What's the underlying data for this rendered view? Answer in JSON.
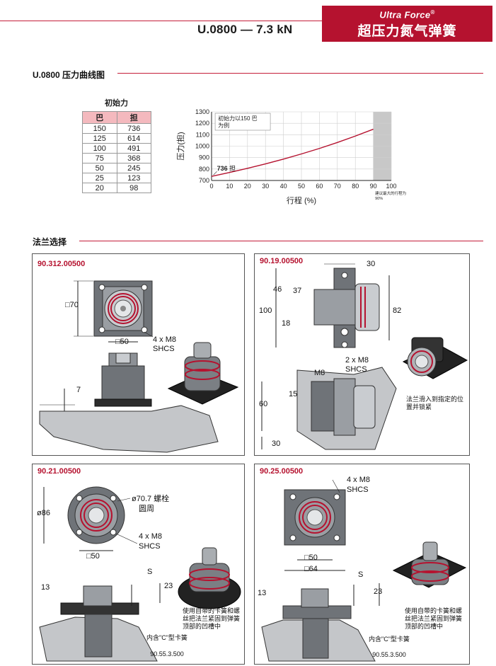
{
  "header": {
    "title": "U.0800 — 7.3 kN",
    "brand": "Ultra Force",
    "brand_mark": "®",
    "brand_sub": "超压力氮气弹簧"
  },
  "pressure_section": {
    "title": "U.0800 压力曲线图",
    "table": {
      "caption": "初始力",
      "headers": [
        "巴",
        "担"
      ],
      "rows": [
        [
          "150",
          "736"
        ],
        [
          "125",
          "614"
        ],
        [
          "100",
          "491"
        ],
        [
          "75",
          "368"
        ],
        [
          "50",
          "245"
        ],
        [
          "25",
          "123"
        ],
        [
          "20",
          "98"
        ]
      ]
    }
  },
  "chart_data": {
    "type": "line",
    "title": "",
    "xlabel": "行程 (%)",
    "ylabel": "压力(担)",
    "xlim": [
      0,
      100
    ],
    "ylim": [
      700,
      1300
    ],
    "x_ticks": [
      0,
      10,
      20,
      30,
      40,
      50,
      60,
      70,
      80,
      90,
      100
    ],
    "y_ticks": [
      700,
      800,
      900,
      1000,
      1100,
      1200,
      1300
    ],
    "shaded_region": [
      90,
      100
    ],
    "grid": true,
    "annotation": "初始力以150 巴为例",
    "start_label_value": "736",
    "start_label_unit": "担",
    "footnote": "建议最大的行程为 90%",
    "series": [
      {
        "x": [
          0,
          10,
          20,
          30,
          40,
          50,
          60,
          70,
          80,
          90
        ],
        "y": [
          736,
          770,
          806,
          845,
          887,
          932,
          980,
          1032,
          1088,
          1148
        ]
      }
    ],
    "color": "#b5122f"
  },
  "flange_section": {
    "title": "法兰选择",
    "panels": [
      {
        "id": "90.312.00500",
        "dims": {
          "d70": "□70",
          "d50": "□50",
          "bolt": "4 x M8",
          "bolt2": "SHCS",
          "h7": "7"
        }
      },
      {
        "id": "90.19.00500",
        "dims": {
          "d30": "30",
          "d46": "46",
          "d37": "37",
          "d100": "100",
          "d82": "82",
          "d18": "18",
          "bolt": "2 x M8",
          "bolt2": "SHCS",
          "m8": "M8",
          "d15": "15",
          "d60": "60",
          "d30b": "30"
        },
        "note": "法兰滑入到指定的位置并锁紧"
      },
      {
        "id": "90.21.00500",
        "dims": {
          "d86": "ø86",
          "pcd": "ø70.7 螺栓",
          "pcd2": "圆周",
          "bolt": "4 x M8",
          "bolt2": "SHCS",
          "d50": "□50",
          "s": "S",
          "d13": "13",
          "d23": "23"
        },
        "note": "使用自带的卡簧和螺丝把法兰紧固到弹簧顶部的凹槽中",
        "clip": "内含\"C\"型卡簧",
        "clip_code": "90.55.3.500"
      },
      {
        "id": "90.25.00500",
        "dims": {
          "bolt": "4 x M8",
          "bolt2": "SHCS",
          "d50": "□50",
          "d64": "□64",
          "s": "S",
          "d13": "13",
          "d23": "23"
        },
        "note": "使用自带的卡簧和螺丝把法兰紧固到弹簧顶部的凹槽中",
        "clip": "内含\"C\"型卡簧",
        "clip_code": "90.55.3.500"
      }
    ]
  },
  "colors": {
    "accent": "#b5122f",
    "rule": "#c41e3a",
    "table_header": "#f4b9be",
    "shade": "#c8c8c8"
  }
}
